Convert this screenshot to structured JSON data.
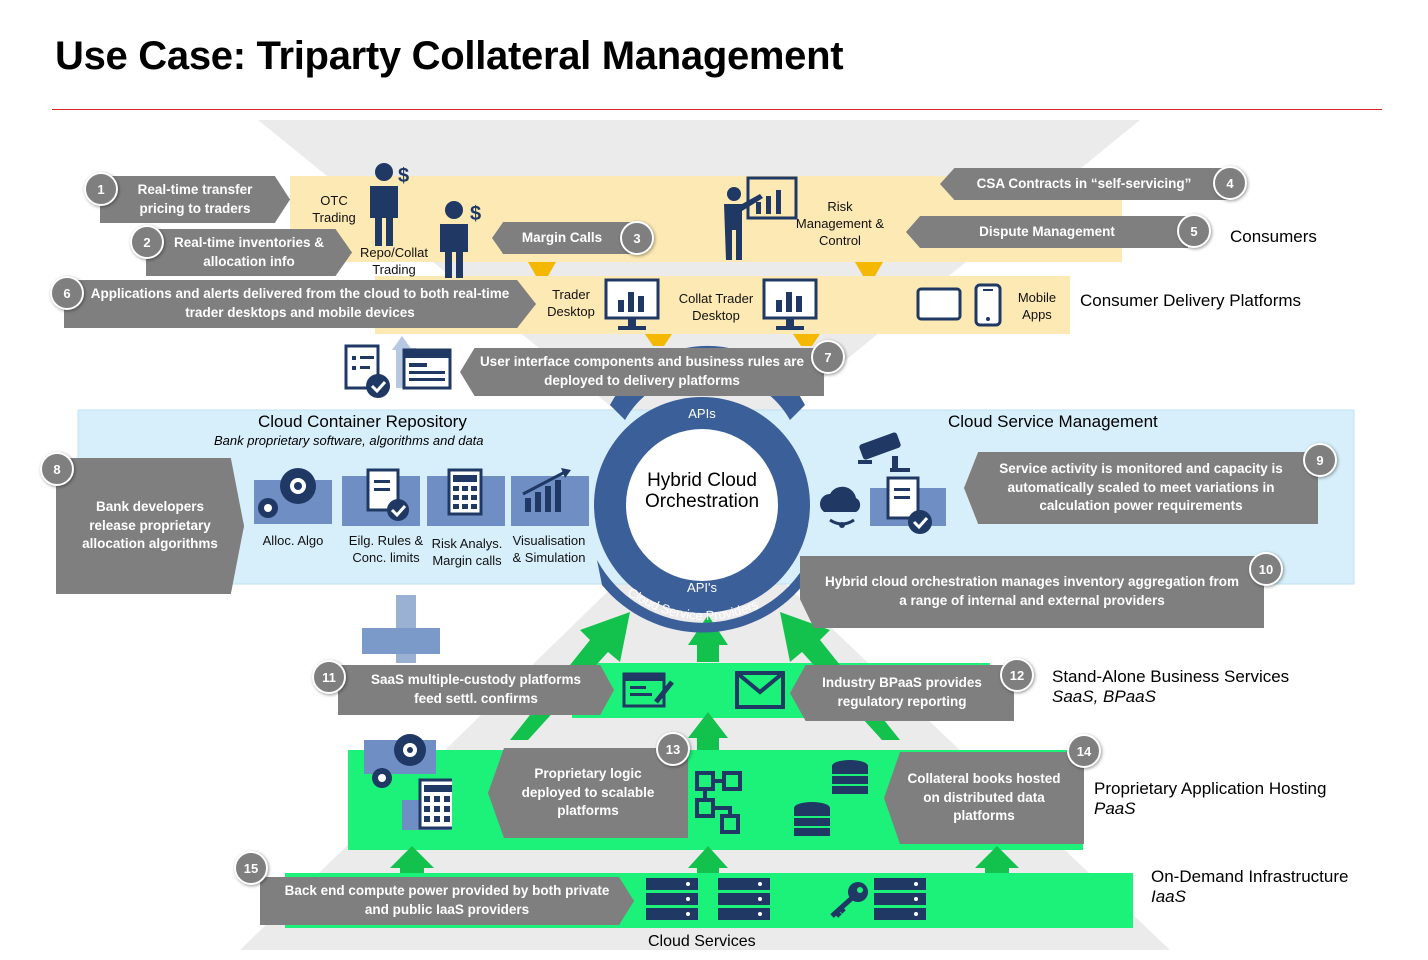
{
  "title": "Use Case: Triparty Collateral Management",
  "colors": {
    "accent_rule": "#d9262b",
    "callout_gray": "#7f7f7f",
    "navy": "#1f3864",
    "ring_blue": "#3b5f99",
    "band_yellow": "#fde9b3",
    "band_blue": "#d7effa",
    "band_green": "#1cf17a",
    "arrow_green": "#12c24d",
    "hourglass_gray": "#e8e8e8"
  },
  "tiers": {
    "consumers": "Consumers",
    "consumer_delivery": "Consumer Delivery Platforms",
    "stand_alone": {
      "title": "Stand-Alone Business Services",
      "sub": "SaaS, BPaaS"
    },
    "proprietary": {
      "title": "Proprietary Application Hosting",
      "sub": "PaaS"
    },
    "on_demand": {
      "title": "On-Demand Infrastructure",
      "sub": "IaaS"
    }
  },
  "repository": {
    "title": "Cloud Container Repository",
    "sub": "Bank proprietary software, algorithms and data"
  },
  "service_management": "Cloud Service Management",
  "hub": {
    "center": "Hybrid Cloud Orchestration",
    "top_arc": "APIs",
    "bottom_arc": "API's",
    "providers": "Cloud Service Providers"
  },
  "cloud_services": "Cloud Services",
  "labels": {
    "otc": "OTC Trading",
    "repo": "Repo/Collat Trading",
    "risk": "Risk Management & Control",
    "trader_desktop": "Trader Desktop",
    "collat_desktop": "Collat Trader Desktop",
    "mobile": "Mobile Apps",
    "alloc": "Alloc. Algo",
    "elig": "Eilg. Rules & Conc. limits",
    "riskanalys": "Risk Analys. Margin calls",
    "visual": "Visualisation & Simulation"
  },
  "callouts": [
    {
      "n": "1",
      "line1": "Real-time transfer",
      "line2": "pricing to traders"
    },
    {
      "n": "2",
      "line1": "Real-time inventories &",
      "line2": "allocation info"
    },
    {
      "n": "3",
      "line1": "Margin Calls",
      "line2": ""
    },
    {
      "n": "4",
      "line1": "CSA Contracts in “self-servicing”",
      "line2": ""
    },
    {
      "n": "5",
      "line1": "Dispute Management",
      "line2": ""
    },
    {
      "n": "6",
      "line1": "Applications and alerts delivered from the cloud to both real-time",
      "line2": "trader desktops and mobile devices"
    },
    {
      "n": "7",
      "line1": "User interface components and business rules are",
      "line2": "deployed to delivery platforms"
    },
    {
      "n": "8",
      "line1": "Bank developers",
      "line2": "release proprietary",
      "line3": "allocation algorithms"
    },
    {
      "n": "9",
      "line1": "Service activity is monitored and capacity is",
      "line2": "automatically scaled to meet variations in",
      "line3": "calculation power requirements"
    },
    {
      "n": "10",
      "line1": "Hybrid cloud orchestration manages  inventory aggregation from",
      "line2": "a range of internal and external providers"
    },
    {
      "n": "11",
      "line1": "SaaS multiple-custody platforms",
      "line2": "feed settl. confirms"
    },
    {
      "n": "12",
      "line1": "Industry BPaaS provides",
      "line2": "regulatory reporting"
    },
    {
      "n": "13",
      "line1": "Proprietary logic",
      "line2": "deployed to scalable",
      "line3": "platforms"
    },
    {
      "n": "14",
      "line1": "Collateral books hosted",
      "line2": "on distributed data",
      "line3": "platforms"
    },
    {
      "n": "15",
      "line1": "Back end compute power provided by both private",
      "line2": "and public IaaS providers"
    }
  ]
}
